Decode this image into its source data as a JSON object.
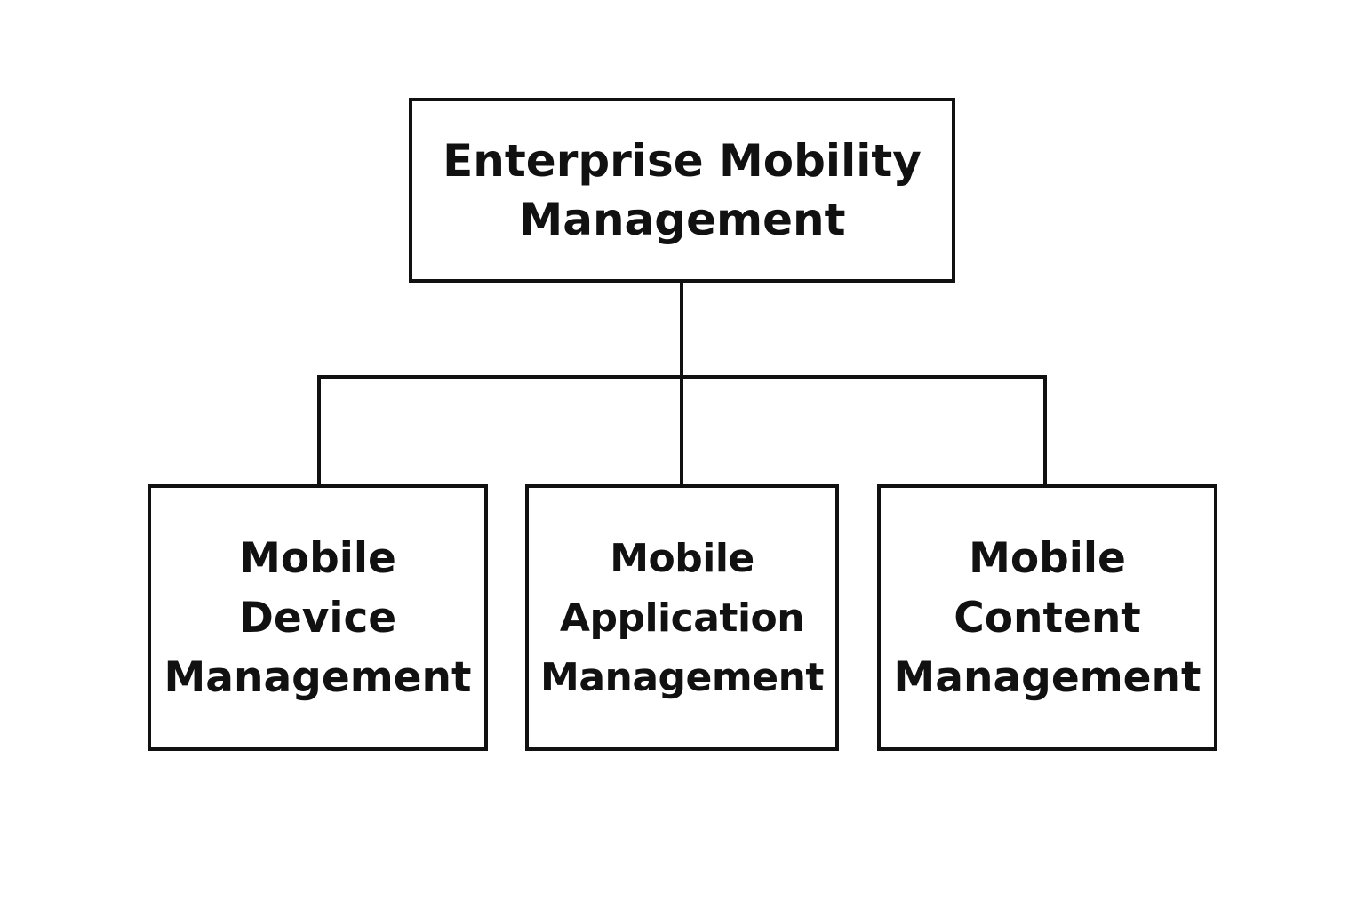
{
  "diagram": {
    "root": {
      "lines": [
        "Enterprise Mobility",
        "Management"
      ]
    },
    "children": [
      {
        "lines": [
          "Mobile",
          "Device",
          "Management"
        ]
      },
      {
        "lines": [
          "Mobile",
          "Application",
          "Management"
        ]
      },
      {
        "lines": [
          "Mobile",
          "Content",
          "Management"
        ]
      }
    ]
  }
}
